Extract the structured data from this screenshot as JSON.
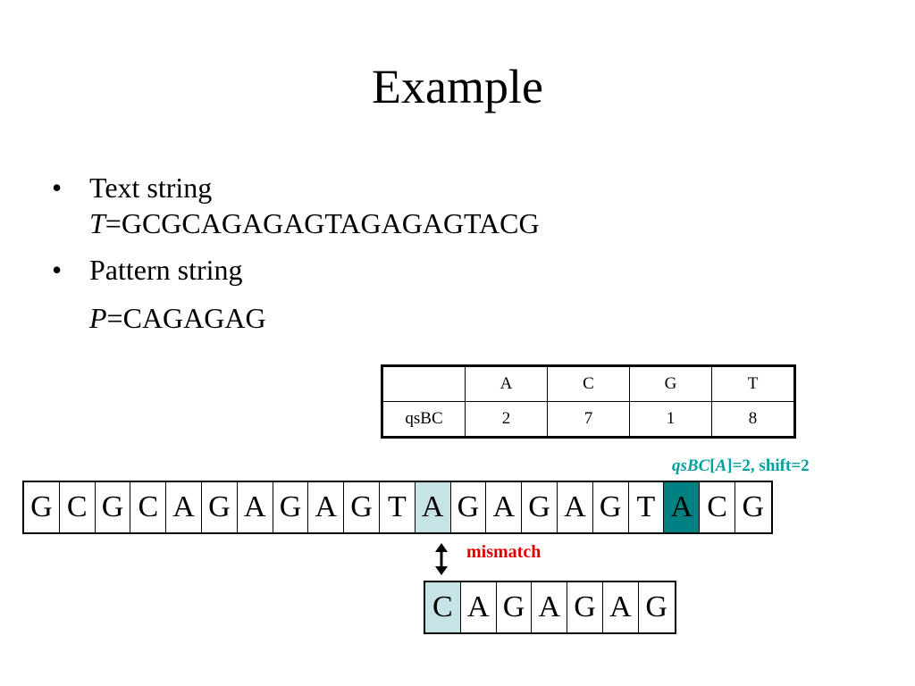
{
  "slide": {
    "title": "Example"
  },
  "bullets": {
    "dot": "•",
    "text_label": "Text string",
    "text_var": "T",
    "text_value": "=GCGCAGAGAGTAGAGAGTACG",
    "pattern_label": "Pattern string",
    "pattern_var": "P",
    "pattern_value": "=CAGAGAG"
  },
  "qs_table": {
    "headers": [
      "",
      "A",
      "C",
      "G",
      "T"
    ],
    "row_label": "qsBC",
    "values": [
      "2",
      "7",
      "1",
      "8"
    ]
  },
  "shift_note": {
    "func": "qsBC",
    "open": "[",
    "arg": "A",
    "rest": "]=2, shift=2"
  },
  "text_chars": [
    "G",
    "C",
    "G",
    "C",
    "A",
    "G",
    "A",
    "G",
    "A",
    "G",
    "T",
    "A",
    "G",
    "A",
    "G",
    "A",
    "G",
    "T",
    "A",
    "C",
    "G"
  ],
  "text_highlight_light": 11,
  "text_highlight_dark": 18,
  "pattern_chars": [
    "C",
    "A",
    "G",
    "A",
    "G",
    "A",
    "G"
  ],
  "pattern_highlight_light": 0,
  "mismatch_label": "mismatch",
  "colors": {
    "light_highlight": "#c6e3e6",
    "dark_highlight": "#008080",
    "note": "#00a0a0",
    "mismatch": "#e00000"
  }
}
